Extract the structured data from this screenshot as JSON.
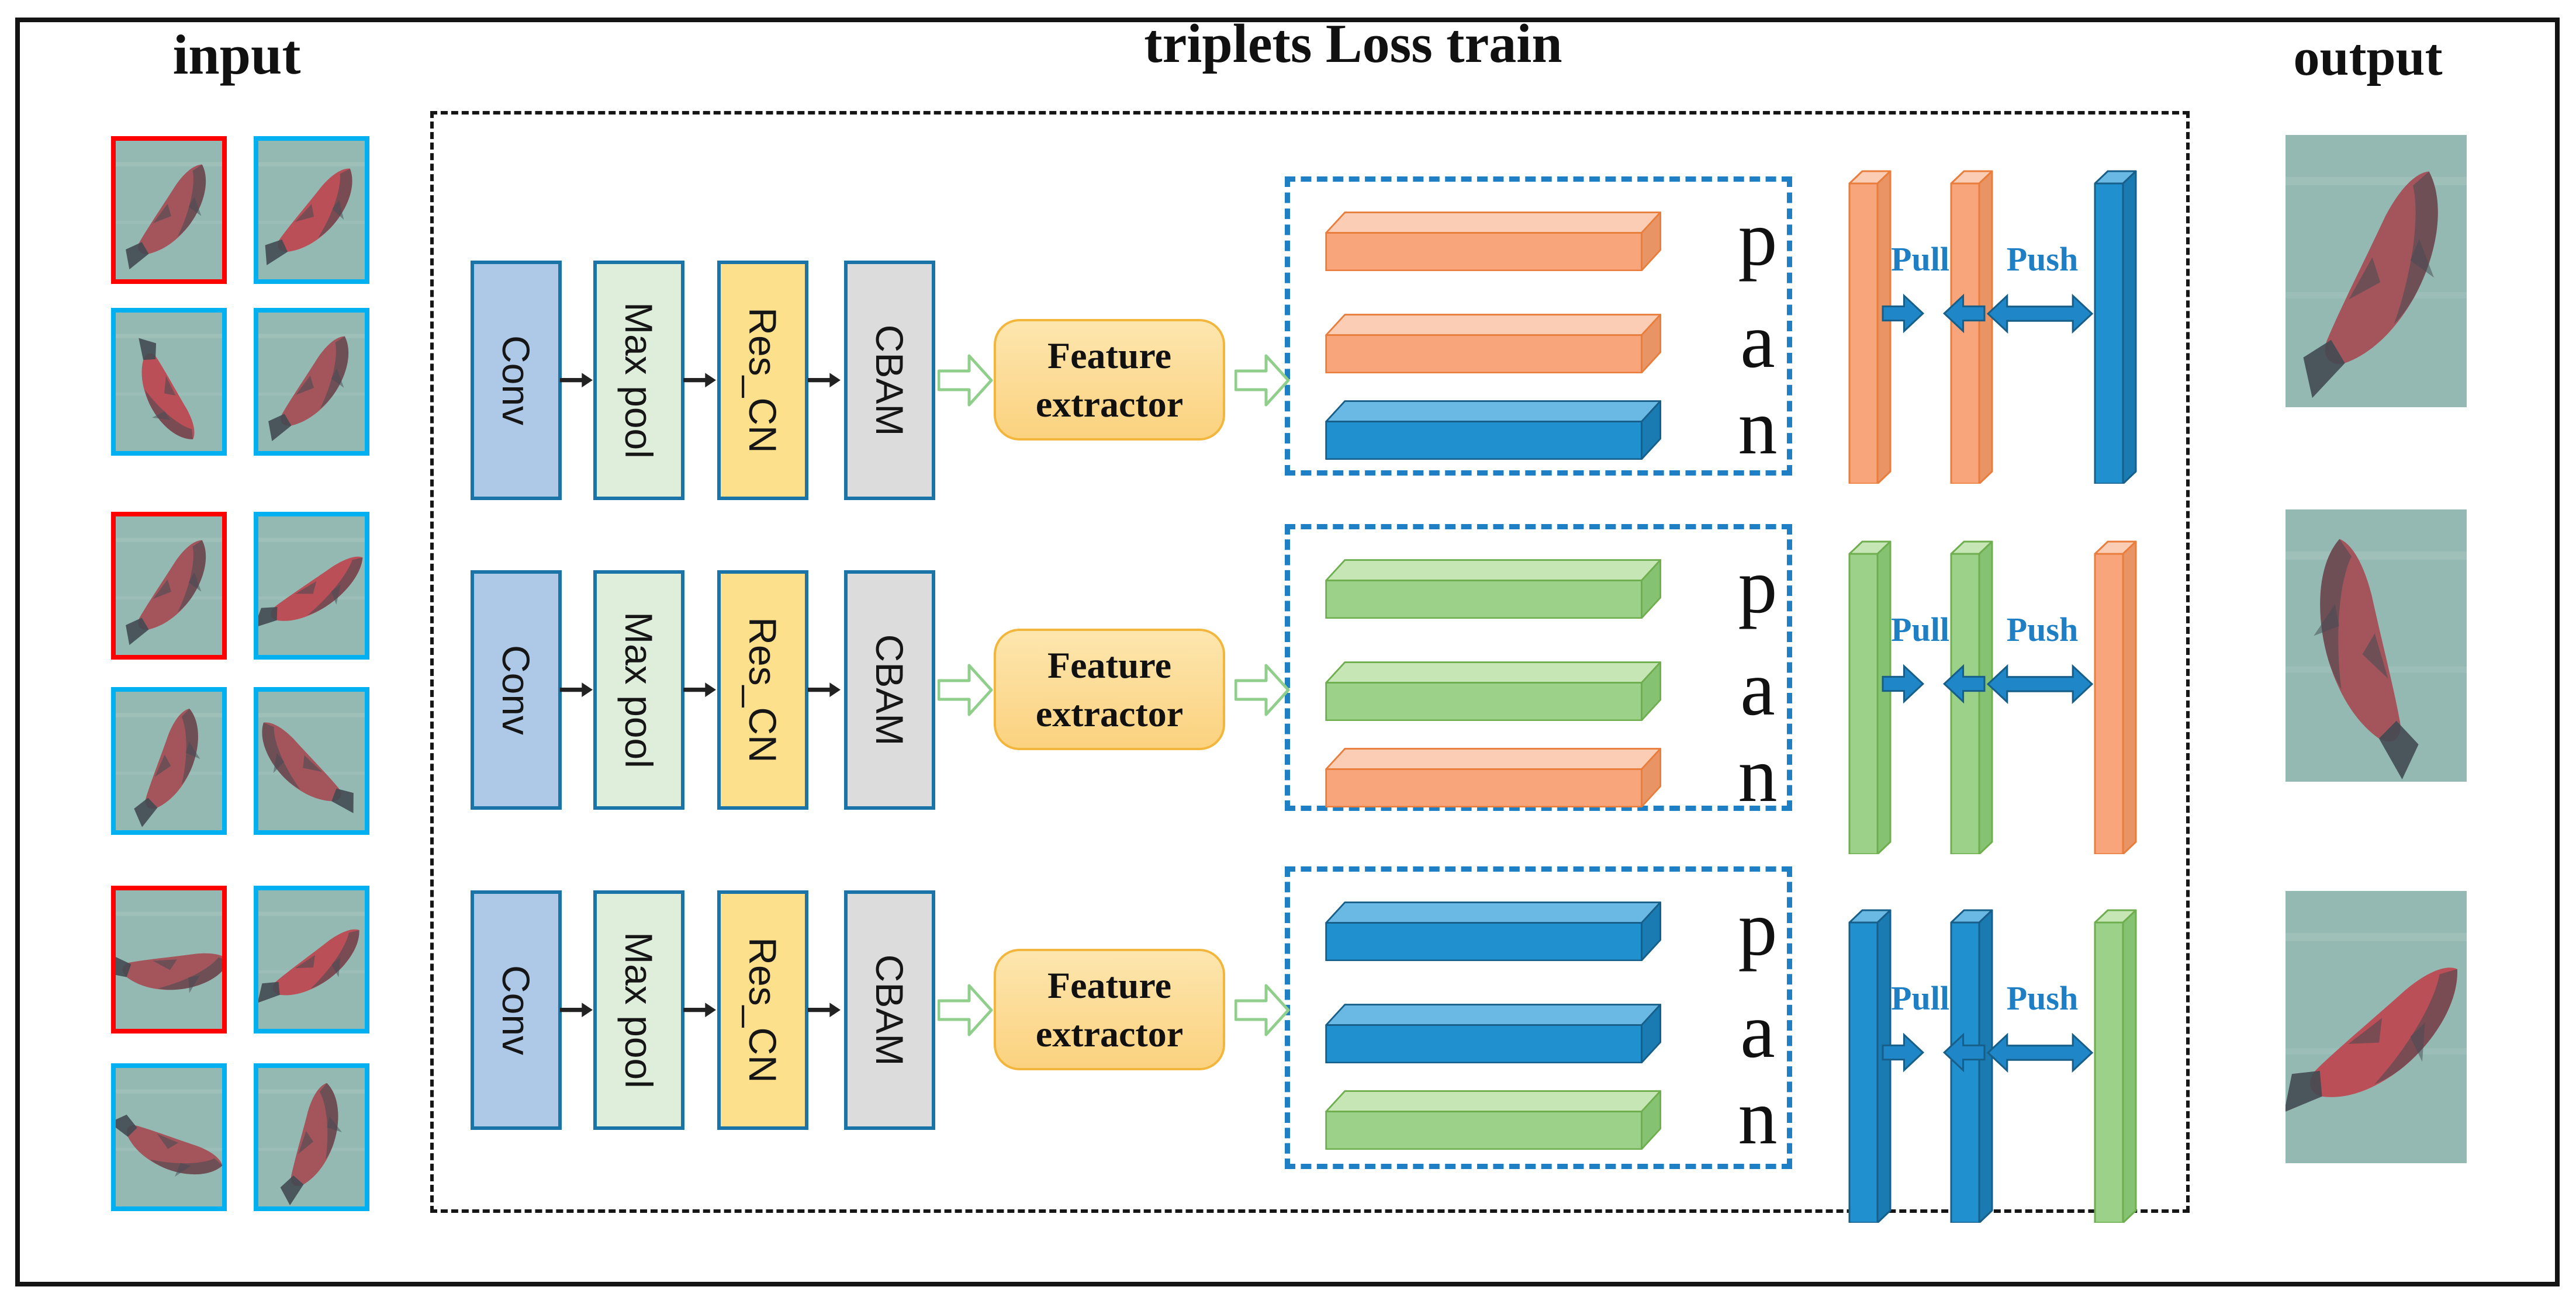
{
  "figure": {
    "input_title": "input",
    "train_title": "triplets Loss train",
    "output_title": "output"
  },
  "pipeline": {
    "blocks": [
      "Conv",
      "Max pool",
      "Res_CN",
      "CBAM"
    ],
    "extractor_label": "Feature extractor"
  },
  "triplet": {
    "labels": [
      "p",
      "a",
      "n"
    ]
  },
  "interaction": {
    "pull_label": "Pull",
    "push_label": "Push"
  },
  "rows": [
    {
      "name": "row-1",
      "triplet_bars": [
        "orange",
        "orange",
        "blue"
      ],
      "pull_bar": "orange",
      "push_bar": "blue"
    },
    {
      "name": "row-2",
      "triplet_bars": [
        "green",
        "green",
        "orange"
      ],
      "pull_bar": "green",
      "push_bar": "orange"
    },
    {
      "name": "row-3",
      "triplet_bars": [
        "blue",
        "blue",
        "green"
      ],
      "pull_bar": "blue",
      "push_bar": "green"
    }
  ],
  "input_grid": {
    "rows": [
      {
        "cells": [
          {
            "border": "red"
          },
          {
            "border": "cyan"
          }
        ]
      },
      {
        "cells": [
          {
            "border": "cyan"
          },
          {
            "border": "cyan"
          }
        ]
      },
      {
        "cells": [
          {
            "border": "red"
          },
          {
            "border": "cyan"
          }
        ]
      },
      {
        "cells": [
          {
            "border": "cyan"
          },
          {
            "border": "cyan"
          }
        ]
      },
      {
        "cells": [
          {
            "border": "red"
          },
          {
            "border": "cyan"
          }
        ]
      },
      {
        "cells": [
          {
            "border": "cyan"
          },
          {
            "border": "cyan"
          }
        ]
      }
    ]
  },
  "colors": {
    "red-border": "#ff0000",
    "cyan-border": "#00b0f0",
    "block-border": "#1b74a8",
    "conv-fill": "#aec9e8",
    "maxpool-fill": "#deeedb",
    "rescn-fill": "#fce08c",
    "cbam-fill": "#dcdcdc",
    "fe-fill": "#fbd27f",
    "fe-fill-top": "#fde6ae",
    "fe-border": "#f2b63c",
    "green-arrow-stroke": "#90ce8b",
    "dash-blue": "#1f7fc4",
    "pullpush-blue": "#1f7fc4",
    "arrow-blue": "#1f86c8",
    "orange-front": "#f9a57b",
    "orange-top": "#fbcdb4",
    "orange-side": "#e99465",
    "orange-stroke": "#e87d3c",
    "blue-front": "#2090ce",
    "blue-top": "#6ab8e4",
    "blue-side": "#1a7ab2",
    "blue-stroke": "#175f89",
    "green-front": "#9cd189",
    "green-top": "#c6e6b5",
    "green-side": "#85c272",
    "green-stroke": "#6fae4e",
    "fish-bg": "#93b9b2",
    "fish-body": "#a4555c",
    "fish-body-bright": "#bb4f58",
    "fish-dark": "#434a52"
  }
}
